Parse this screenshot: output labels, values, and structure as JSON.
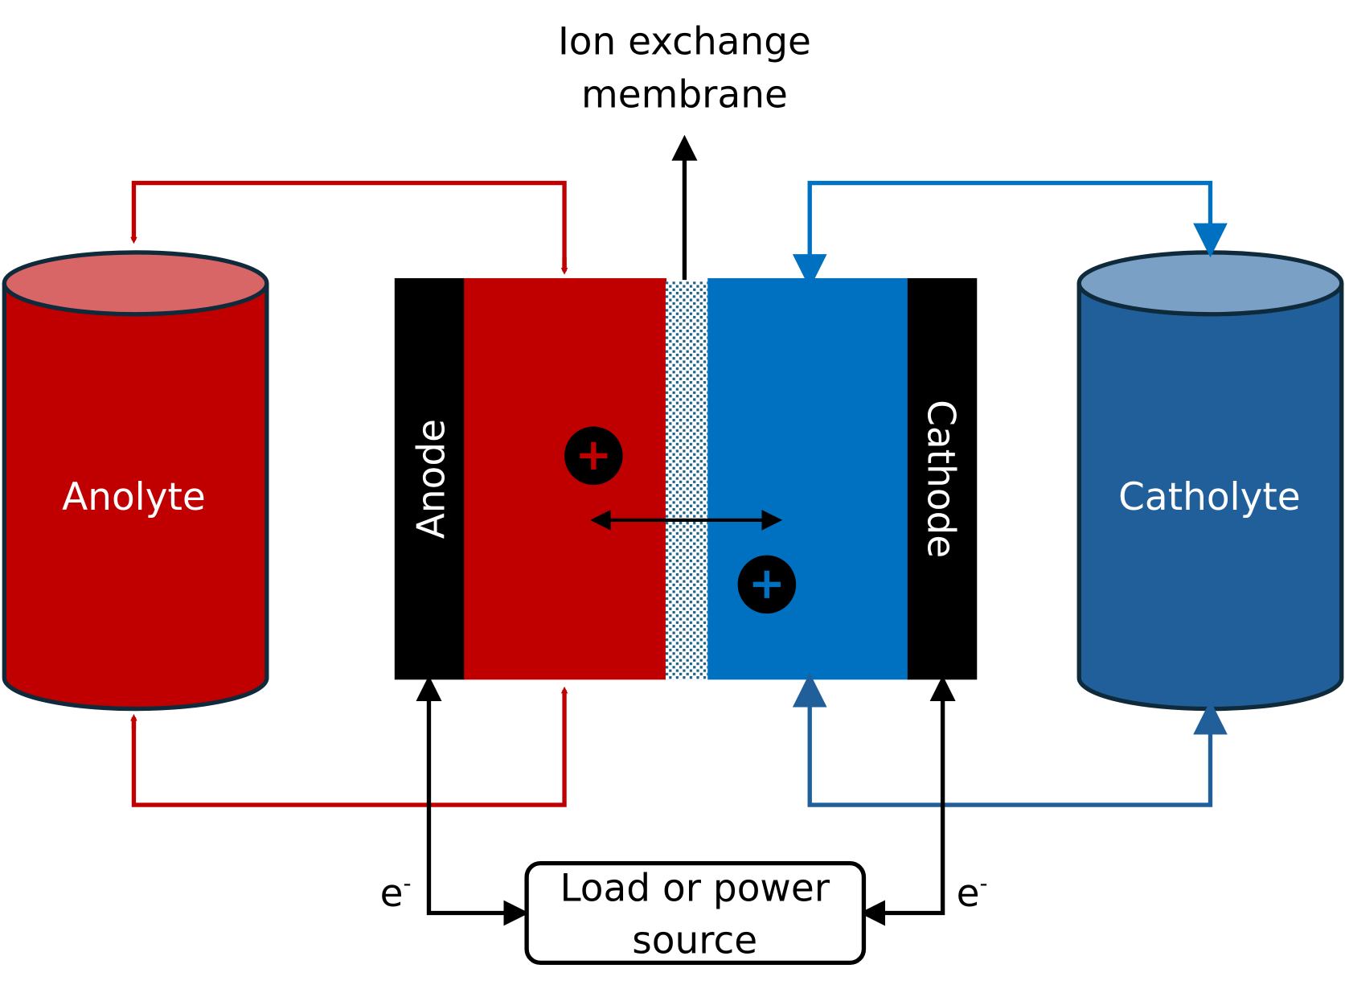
{
  "labels": {
    "membrane": [
      "Ion exchange",
      "membrane"
    ],
    "anolyte": "Anolyte",
    "catholyte": "Catholyte",
    "anode": "Anode",
    "cathode": "Cathode",
    "load": [
      "Load or power",
      "source"
    ],
    "electron_left": "e",
    "electron_right": "e",
    "electron_sup": "-"
  },
  "colors": {
    "anolyte_red": "#C00000",
    "anolyte_top": "#D96666",
    "catholyte_blue": "#215F9A",
    "catholyte_top": "#7BA0C6",
    "cell_blue": "#0070C0",
    "electrode": "#000000",
    "membrane": "#1B6086"
  },
  "icons": [
    "plus-ion-red",
    "plus-ion-blue",
    "double-arrow"
  ]
}
